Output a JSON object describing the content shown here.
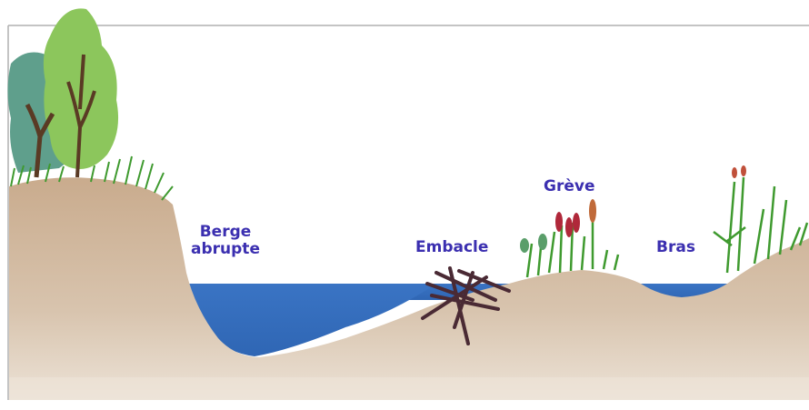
{
  "labels": {
    "berge_line1": "Berge",
    "berge_line2": "abrupte",
    "embacle": "Embacle",
    "greve": "Grève",
    "bras": "Bras"
  },
  "colors": {
    "label_text": "#3b2fb0",
    "water": "#3d79c8",
    "soil": "#c7a88a",
    "soil_dark": "#a8876a",
    "grass": "#3f9a2f",
    "tree_light": "#8ac35b",
    "tree_dark": "#5b9e8f",
    "trunk": "#5a3a24",
    "logs": "#4a2a34",
    "reed_red": "#b0283a",
    "reed_brown": "#b4663a",
    "frame_line": "#a8a8a8"
  }
}
